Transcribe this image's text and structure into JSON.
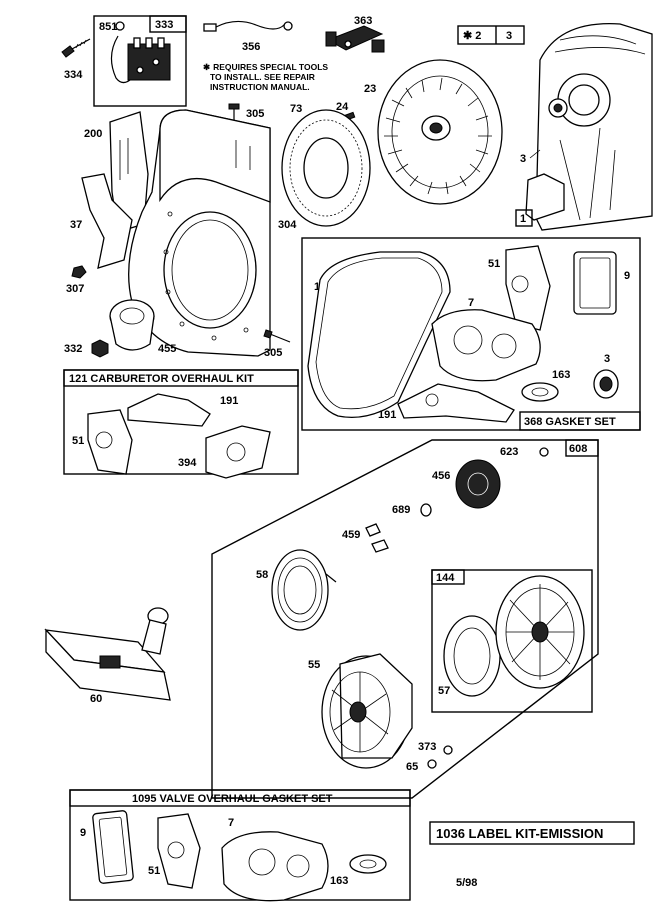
{
  "diagram": {
    "date_code": "5/98",
    "note": [
      "REQUIRES SPECIAL TOOLS",
      "TO INSTALL. SEE REPAIR",
      "INSTRUCTION MANUAL."
    ],
    "kits": {
      "carburetor": "121 CARBURETOR OVERHAUL KIT",
      "gasket": "368 GASKET SET",
      "valve": "1095 VALVE OVERHAUL GASKET SET",
      "label": "1036 LABEL KIT-EMISSION"
    },
    "boxed": {
      "b333": "333",
      "b2": "2",
      "b3": "3",
      "b1": "1",
      "b608": "608",
      "b144": "144"
    },
    "callouts": {
      "c851": "851",
      "c334": "334",
      "c356": "356",
      "c363": "363",
      "c305a": "305",
      "c73": "73",
      "c24": "24",
      "c23": "23",
      "c200": "200",
      "c37": "37",
      "c304": "304",
      "c307": "307",
      "c332": "332",
      "c455": "455",
      "c305b": "305",
      "c3a": "3",
      "c12": "12",
      "c51a": "51",
      "c9a": "9",
      "c7a": "7",
      "c3b": "3",
      "c163a": "163",
      "c191a": "191",
      "c191b": "191",
      "c51b": "51",
      "c394": "394",
      "c623": "623",
      "c456": "456",
      "c689": "689",
      "c459": "459",
      "c58": "58",
      "c55": "55",
      "c57": "57",
      "c60": "60",
      "c373": "373",
      "c65": "65",
      "c9b": "9",
      "c51c": "51",
      "c7b": "7",
      "c163b": "163"
    }
  }
}
